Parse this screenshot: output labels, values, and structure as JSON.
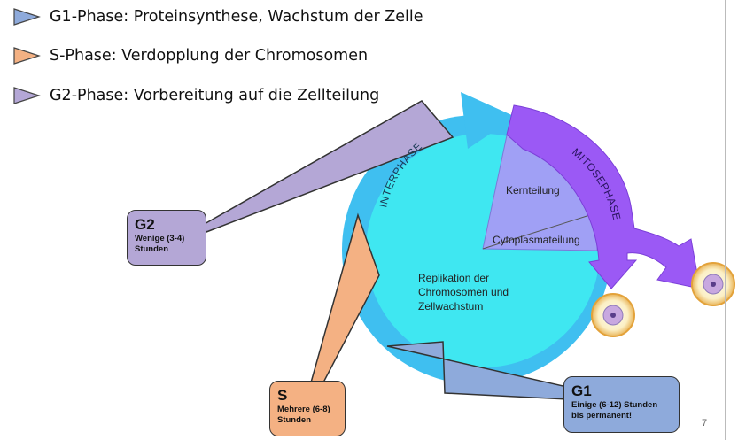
{
  "legend": [
    {
      "text": "G1-Phase: Proteinsynthese, Wachstum der Zelle",
      "color": "#8EAADB"
    },
    {
      "text": "S-Phase: Verdopplung der Chromosomen",
      "color": "#F4B183"
    },
    {
      "text": "G2-Phase: Vorbereitung auf die Zellteilung",
      "color": "#B4A7D6"
    }
  ],
  "diagram": {
    "interphase_label": "INTERPHASE",
    "mitosephase_label": "MITOSEPHASE",
    "kernteilung": "Kernteilung",
    "cytoplasmateilung": "Cytoplasmateilung",
    "center_line1": "Replikation der",
    "center_line2": "Chromosomen und",
    "center_line3": "Zellwachstum"
  },
  "boxes": {
    "g2": {
      "title": "G2",
      "line1": "Wenige (3-4)",
      "line2": "Stunden"
    },
    "s": {
      "title": "S",
      "line1": "Mehrere (6-8)",
      "line2": "Stunden"
    },
    "g1": {
      "title": "G1",
      "line1": "Einige (6-12) Stunden",
      "line2": "bis permanent!"
    }
  },
  "slide_number": "7",
  "colors": {
    "outer_ring": "#3FBFF0",
    "inner_disc": "#3FE7F1",
    "mitosis_arrow": "#9B59F5",
    "mitosis_sector": "#A0A0F5",
    "g1": "#8EAADB",
    "s": "#F4B183",
    "g2": "#B4A7D6"
  }
}
